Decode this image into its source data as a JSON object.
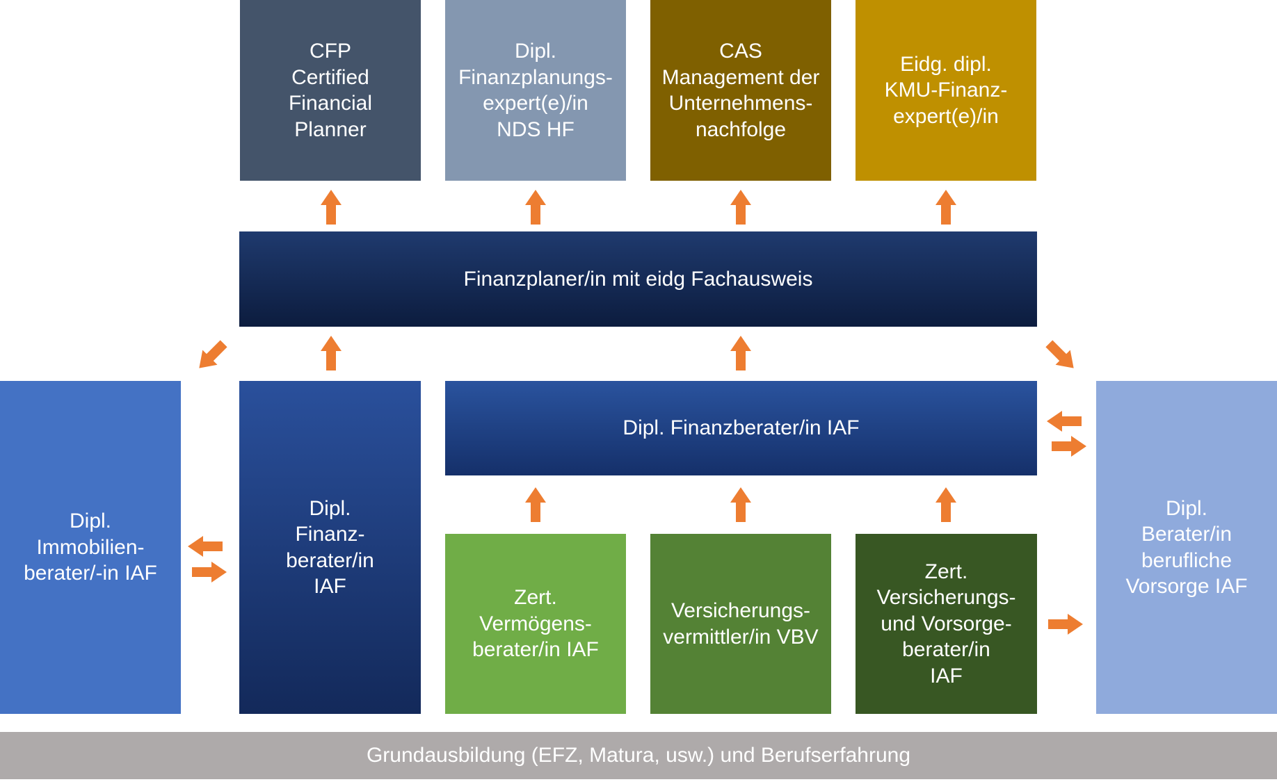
{
  "colors": {
    "arrow": "#ed7d31",
    "cfp": "#44546a",
    "dipl_finanzplanung": "#8497b0",
    "cas": "#7f6000",
    "kmu": "#bf9000",
    "finanzplaner_top": "#1f3a6e",
    "finanzplaner_bottom": "#0c1c3e",
    "immobilien": "#4472c4",
    "finanzberater_top": "#2a509c",
    "finanzberater_bottom": "#13295a",
    "finanzberater_iaf_top": "#2a539e",
    "finanzberater_iaf_bottom": "#15306a",
    "vermoegen": "#70ad47",
    "vbv": "#548235",
    "versicherung": "#385723",
    "vorsorge": "#8faadc",
    "grundausbildung": "#aeaaaa"
  },
  "boxes": {
    "cfp": "CFP\nCertified\nFinancial\nPlanner",
    "dipl_finanzplanung": "Dipl.\nFinanzplanungs-\nexpert(e)/in\nNDS HF",
    "cas": "CAS\nManagement der\nUnternehmens-\nnachfolge",
    "kmu": "Eidg. dipl.\nKMU-Finanz-\nexpert(e)/in",
    "finanzplaner": "Finanzplaner/in mit eidg Fachausweis",
    "immobilien": "Dipl.\nImmobilien-\nberater/-in IAF",
    "finanzberater": "Dipl.\nFinanz-\nberater/in\nIAF",
    "finanzberater_iaf": "Dipl. Finanzberater/in IAF",
    "vermoegen": "Zert.\nVermögens-\nberater/in IAF",
    "vbv": "Versicherungs-\nvermittler/in VBV",
    "versicherung": "Zert.\nVersicherungs-\nund Vorsorge-\nberater/in\nIAF",
    "vorsorge": "Dipl.\nBerater/in\nberufliche\nVorsorge IAF",
    "grundausbildung": "Grundausbildung (EFZ, Matura, usw.) und Berufserfahrung"
  },
  "arrows": [
    {
      "name": "arrow-finanzplaner-to-cfp",
      "direction": "up"
    },
    {
      "name": "arrow-finanzplaner-to-finanzplanung",
      "direction": "up"
    },
    {
      "name": "arrow-finanzplaner-to-cas",
      "direction": "up"
    },
    {
      "name": "arrow-finanzplaner-to-kmu",
      "direction": "up"
    },
    {
      "name": "arrow-finanzplaner-to-immobilien",
      "direction": "down-left"
    },
    {
      "name": "arrow-finanzberater-to-finanzplaner",
      "direction": "up"
    },
    {
      "name": "arrow-finanzberater-iaf-to-finanzplaner",
      "direction": "up"
    },
    {
      "name": "arrow-finanzplaner-to-vorsorge",
      "direction": "down-right"
    },
    {
      "name": "arrow-vorsorge-to-finanzberater-iaf",
      "direction": "left"
    },
    {
      "name": "arrow-finanzberater-iaf-to-vorsorge",
      "direction": "right"
    },
    {
      "name": "arrow-finanzberater-to-immobilien",
      "direction": "left"
    },
    {
      "name": "arrow-immobilien-to-finanzberater",
      "direction": "right"
    },
    {
      "name": "arrow-vermoegen-to-finanzberater-iaf",
      "direction": "up"
    },
    {
      "name": "arrow-vbv-to-finanzberater-iaf",
      "direction": "up"
    },
    {
      "name": "arrow-versicherung-to-finanzberater-iaf",
      "direction": "up"
    },
    {
      "name": "arrow-versicherung-to-vorsorge",
      "direction": "right"
    }
  ]
}
